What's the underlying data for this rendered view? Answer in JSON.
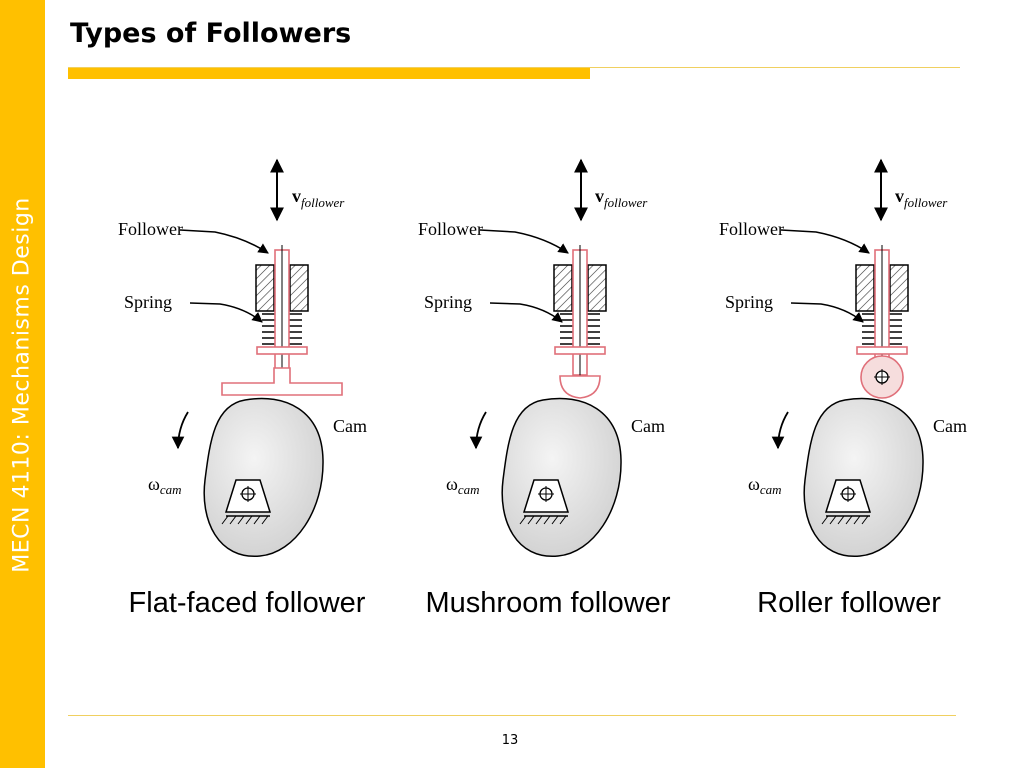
{
  "slide": {
    "title": "Types of Followers",
    "sidebar_text": "MECN 4110: Mechanisms Design",
    "page_number": "13"
  },
  "colors": {
    "accent": "#FFC000",
    "follower_outline": "#E0707A",
    "cam_fill": "#D9D9D9"
  },
  "labels": {
    "velocity_main": "v",
    "velocity_sub": "follower",
    "follower": "Follower",
    "spring": "Spring",
    "cam": "Cam",
    "omega_main": "ω",
    "omega_sub": "cam"
  },
  "diagrams": [
    {
      "type": "flat-faced",
      "caption": "Flat-faced follower"
    },
    {
      "type": "mushroom",
      "caption": "Mushroom follower"
    },
    {
      "type": "roller",
      "caption": "Roller follower"
    }
  ]
}
